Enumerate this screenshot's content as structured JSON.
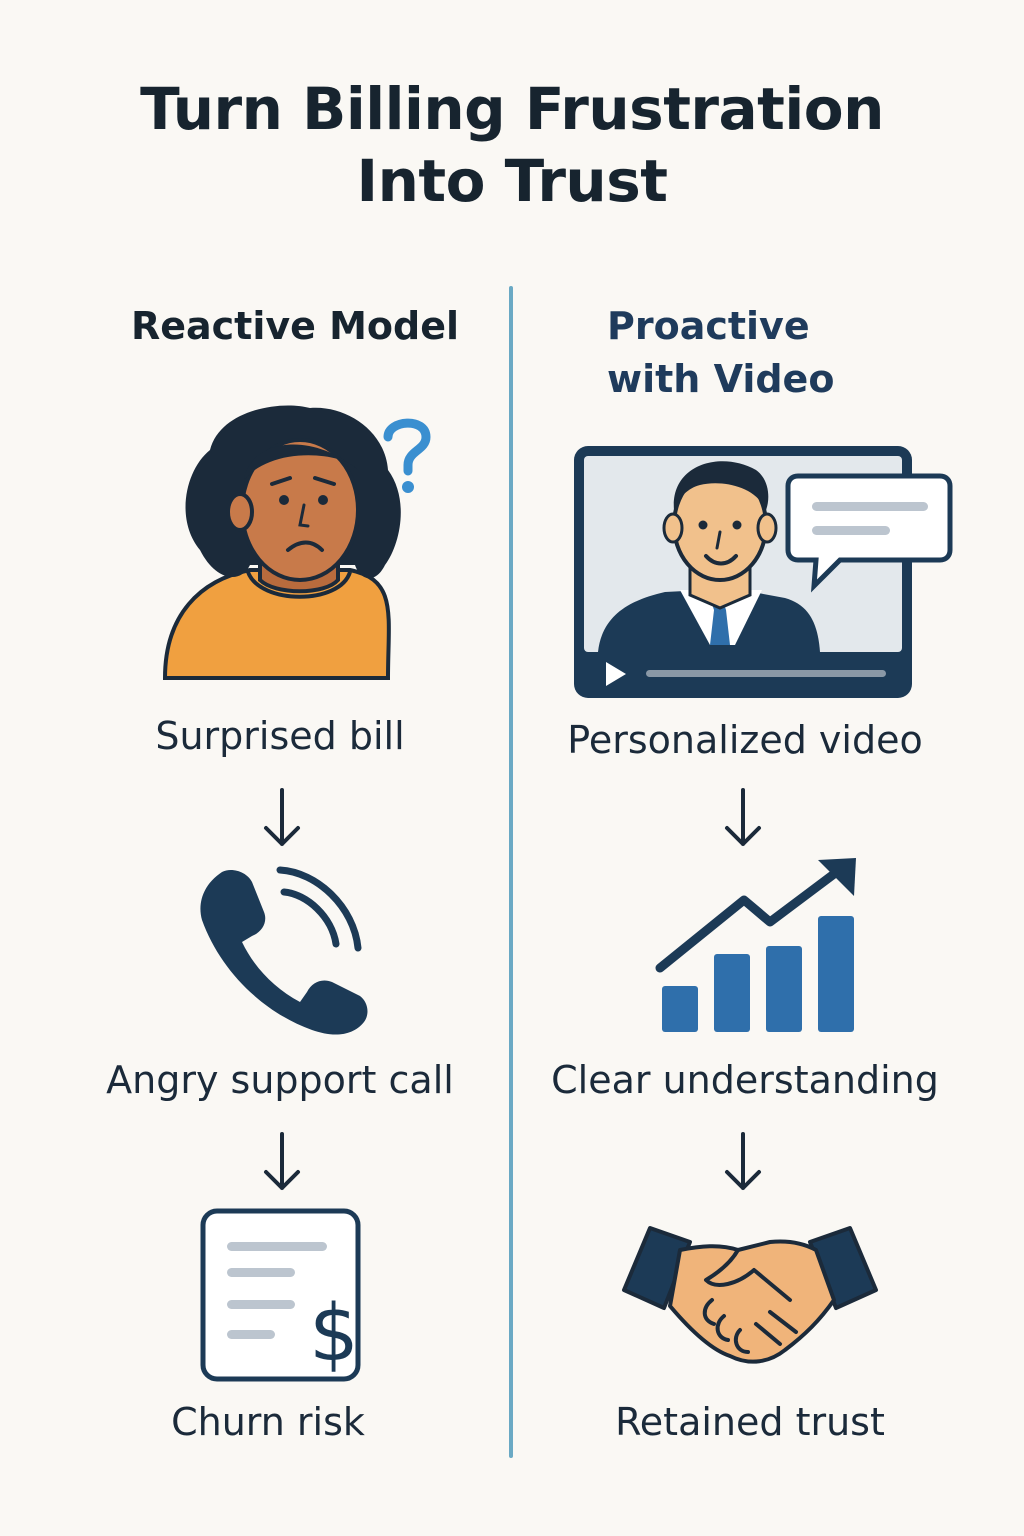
{
  "title": {
    "line1": "Turn Billing Frustration",
    "line2": "Into Trust"
  },
  "columns": {
    "left": {
      "heading": "Reactive Model",
      "steps": [
        "Surprised bill",
        "Angry support call",
        "Churn risk"
      ]
    },
    "right": {
      "heading_line1": "Proactive",
      "heading_line2": "with Video",
      "steps": [
        "Personalized video",
        "Clear understanding",
        "Retained trust"
      ]
    }
  },
  "icons": {
    "left": [
      "confused-person-icon",
      "phone-icon",
      "invoice-dollar-icon"
    ],
    "right": [
      "video-presenter-icon",
      "growth-chart-icon",
      "handshake-icon"
    ]
  },
  "colors": {
    "navy": "#1c3a56",
    "blue": "#2f6fab",
    "orange": "#f0a040",
    "skin_dark": "#c87a4a",
    "skin_light": "#f1c18c",
    "divider": "#6aa9c4",
    "question": "#3a8fd0"
  }
}
